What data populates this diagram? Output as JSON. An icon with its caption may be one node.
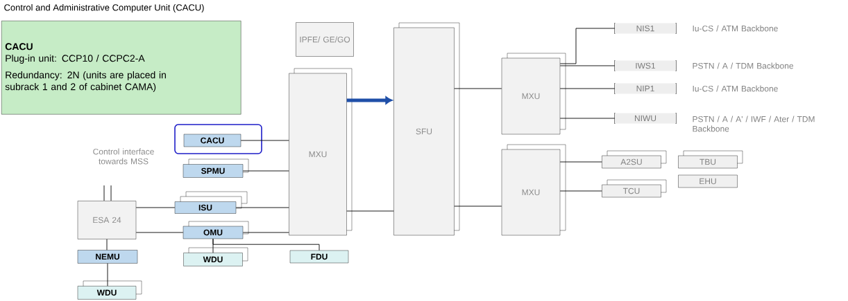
{
  "diagram": {
    "title": "Control and Administrative Computer Unit (CACU)",
    "nodes": [
      {
        "text": [
          "CACU",
          "Plug-in unit: CCP10 / CCPC2-A",
          "Redundancy: 2N (units are placed in subrack 1 and 2 of cabinet CAMA)"
        ]
      },
      {
        "text": [
          "IPFE/ GE/GO"
        ]
      },
      {
        "text": [
          "MXU"
        ]
      },
      {
        "text": [
          "SFU"
        ]
      },
      {
        "text": [
          "MXU"
        ]
      },
      {
        "text": [
          "MXU"
        ]
      },
      {
        "text": [
          "CACU"
        ]
      },
      {
        "text": [
          "SPMU"
        ]
      },
      {
        "text": [
          "ISU"
        ]
      },
      {
        "text": [
          "OMU"
        ]
      },
      {
        "text": [
          "ESA 24"
        ]
      },
      {
        "text": [
          "NEMU"
        ]
      },
      {
        "text": [
          "WDU"
        ]
      },
      {
        "text": [
          "WDU"
        ]
      },
      {
        "text": [
          "FDU"
        ]
      },
      {
        "text": [
          "NIS1"
        ],
        "beside": [
          "Iu-CS / ATM Backbone"
        ]
      },
      {
        "text": [
          "IWS1"
        ],
        "beside": [
          "PSTN / A / TDM Backbone"
        ]
      },
      {
        "text": [
          "NIP1"
        ],
        "beside": [
          "Iu-CS / ATM Backbone"
        ]
      },
      {
        "text": [
          "NIWU"
        ],
        "beside": [
          "PSTN / A / A' / IWF / Ater / TDM Backbone"
        ]
      },
      {
        "text": [
          "A2SU"
        ]
      },
      {
        "text": [
          "TBU"
        ]
      },
      {
        "text": [
          "TCU"
        ]
      },
      {
        "text": [
          "EHU"
        ]
      }
    ],
    "edges": [
      {
        "from": 6,
        "to": 2,
        "arrow": "none"
      },
      {
        "from": 7,
        "to": 2,
        "arrow": "none"
      },
      {
        "from": 8,
        "to": 2,
        "arrow": "none"
      },
      {
        "from": 9,
        "to": 2,
        "arrow": "none"
      },
      {
        "from": 10,
        "to": 8,
        "arrow": "none"
      },
      {
        "from": 10,
        "to": 9,
        "arrow": "none"
      },
      {
        "from": 10,
        "to": 11,
        "arrow": "none"
      },
      {
        "from": 11,
        "to": 12,
        "arrow": "none"
      },
      {
        "from": 9,
        "to": 13,
        "arrow": "none"
      },
      {
        "from": 9,
        "to": 14,
        "arrow": "none"
      },
      {
        "from": 2,
        "to": 3,
        "arrow": "to",
        "style": "thick",
        "color": "#1f4fa8"
      },
      {
        "from": 2,
        "to": 3,
        "arrow": "none"
      },
      {
        "from": 3,
        "to": 4,
        "arrow": "none"
      },
      {
        "from": 3,
        "to": 5,
        "arrow": "none"
      },
      {
        "from": 4,
        "to": 15,
        "arrow": "none"
      },
      {
        "from": 4,
        "to": 16,
        "arrow": "none"
      },
      {
        "from": 4,
        "to": 17,
        "arrow": "none"
      },
      {
        "from": 4,
        "to": 18,
        "arrow": "none"
      },
      {
        "from": 5,
        "to": 19,
        "arrow": "none"
      },
      {
        "from": 5,
        "to": 21,
        "arrow": "none"
      }
    ],
    "labels": [
      "Control interface towards MSS"
    ]
  }
}
